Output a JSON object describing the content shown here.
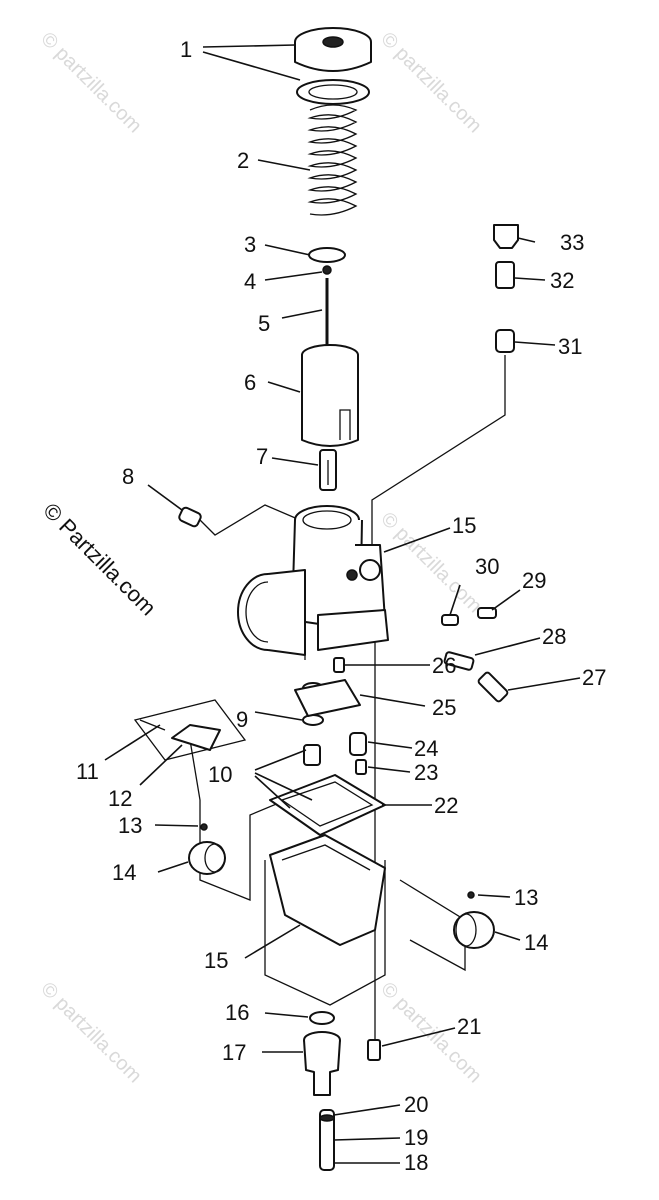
{
  "diagram": {
    "part_labels": [
      "1",
      "2",
      "3",
      "4",
      "5",
      "6",
      "7",
      "8",
      "9",
      "10",
      "11",
      "12",
      "13",
      "14",
      "15",
      "16",
      "17",
      "18",
      "19",
      "20",
      "21",
      "22",
      "23",
      "24",
      "25",
      "26",
      "27",
      "28",
      "29",
      "30",
      "31",
      "32",
      "33"
    ],
    "duplicate_labels": {
      "13b": "13",
      "14b": "14",
      "15b": "15"
    }
  },
  "watermark": {
    "main": "© Partzilla.com",
    "tile": "© partzilla.com"
  }
}
